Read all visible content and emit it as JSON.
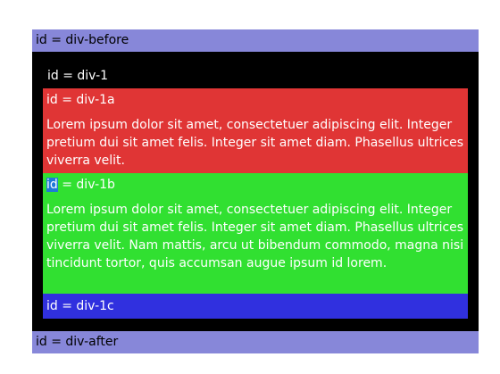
{
  "div_before": {
    "label": "id = div-before"
  },
  "div_1": {
    "label": "id = div-1"
  },
  "div_1a": {
    "label": "id = div-1a",
    "text": "Lorem ipsum dolor sit amet, consectetuer adipiscing elit. Integer pretium dui sit amet felis. Integer sit amet diam. Phasellus ultrices viverra velit."
  },
  "div_1b": {
    "label_selected": "id",
    "label_rest": " = div-1b",
    "text": "Lorem ipsum dolor sit amet, consectetuer adipiscing elit. Integer pretium dui sit amet felis. Integer sit amet diam. Phasellus ultrices viverra velit. Nam mattis, arcu ut bibendum commodo, magna nisi tincidunt tortor, quis accumsan augue ipsum id lorem."
  },
  "div_1c": {
    "label": "id = div-1c"
  },
  "div_after": {
    "label": "id = div-after"
  },
  "colors": {
    "before_after_bg": "#8787d9",
    "div1_bg": "#000000",
    "div1a_bg": "#e03535",
    "div1b_bg": "#31e031",
    "div1c_bg": "#3030df",
    "selection": "#1e7ad7"
  }
}
